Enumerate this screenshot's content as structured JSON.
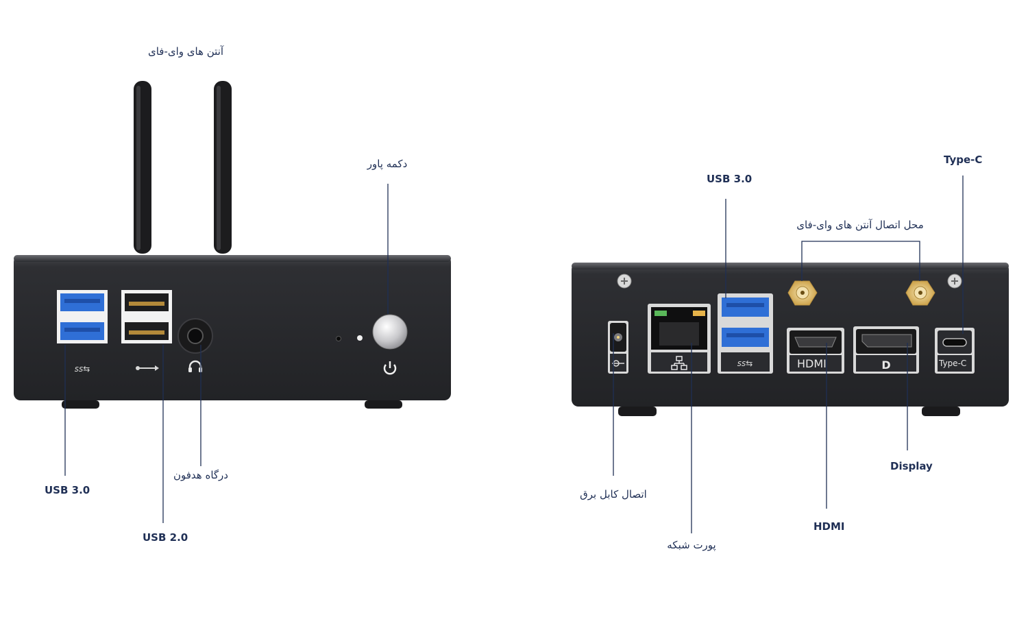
{
  "front": {
    "labels": {
      "wifi_antennas": "آنتن های وای-فای",
      "power_button": "دکمه پاور",
      "usb3": "USB 3.0",
      "usb2": "USB 2.0",
      "headphone": "درگاه هدفون"
    }
  },
  "rear": {
    "labels": {
      "usb3": "USB 3.0",
      "antenna_connectors": "محل اتصال آنتن های وای-فای",
      "type_c": "Type-C",
      "power_cable": "اتصال کابل برق",
      "network_port": "پورت شبکه",
      "hdmi": "HDMI",
      "display": "Display"
    },
    "port_prints": {
      "hdmi": "HDMI",
      "type_c": "Type-C",
      "ss": "SS"
    }
  },
  "colors": {
    "label_text": "#1f2f55",
    "leader_line": "#1f2f55",
    "chassis": "#2a2b2f",
    "usb3_blue": "#2f6fd6",
    "gold_connector": "#e2c27a"
  },
  "icons": [
    "usb-ss-icon",
    "usb-icon",
    "headphone-icon",
    "power-icon",
    "network-icon",
    "dc-power-icon",
    "displayport-icon"
  ]
}
